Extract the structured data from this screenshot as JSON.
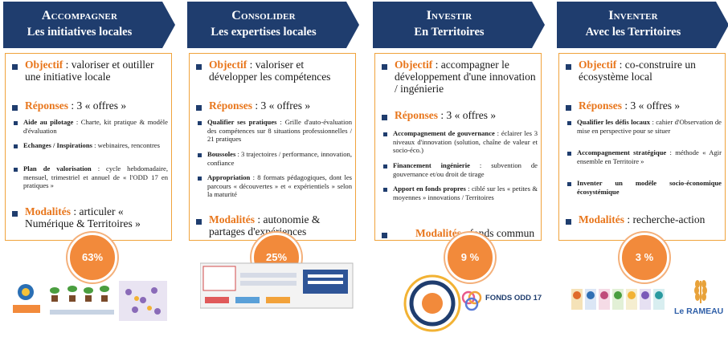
{
  "columns": [
    {
      "title": "Accompagner",
      "subtitle": "Les initiatives locales",
      "objectif_label": "Objectif",
      "objectif_text": " : valoriser et outiller une initiative locale",
      "reponses_label": "Réponses",
      "reponses_text": " : 3 « offres »",
      "items": [
        {
          "bold": "Aide au pilotage",
          "text": " : Charte, kit pratique & modèle d'évaluation"
        },
        {
          "bold": "Echanges / Inspirations",
          "text": " : webinaires, rencontres"
        },
        {
          "bold": "Plan de valorisation",
          "text": " : cycle hebdomadaire, mensuel, trimestriel et annuel de « l'ODD 17 en pratiques »"
        }
      ],
      "modalites_label": "Modalités",
      "modalites_text": " : articuler « Numérique & Territoires »",
      "percent": "63%"
    },
    {
      "title": "Consolider",
      "subtitle": "Les expertises locales",
      "objectif_label": "Objectif",
      "objectif_text": " : valoriser et développer les compétences",
      "reponses_label": "Réponses",
      "reponses_text": " : 3 « offres »",
      "items": [
        {
          "bold": "Qualifier ses pratiques",
          "text": " : Grille d'auto-évaluation des compétences sur 8 situations professionnelles / 21 pratiques"
        },
        {
          "bold": "Boussoles",
          "text": " : 3 trajectoires / performance, innovation, confiance"
        },
        {
          "bold": "Appropriation",
          "text": " : 8 formats pédagogiques, dont les parcours « découvertes » et « expérientiels » selon la maturité"
        }
      ],
      "modalites_label": "Modalités",
      "modalites_text": " : autonomie & partages d'expériences",
      "percent": "25%"
    },
    {
      "title": "Investir",
      "subtitle": "En Territoires",
      "objectif_label": "Objectif",
      "objectif_text": " : accompagner le développement d'une innovation / ingénierie",
      "reponses_label": "Réponses",
      "reponses_text": " : 3 « offres »",
      "items": [
        {
          "bold": "Accompagnement de gouvernance",
          "text": " : éclairer les 3 niveaux d'innovation (solution, chaîne de valeur et socio-éco.)"
        },
        {
          "bold": "Financement ingénierie",
          "text": " : subvention de gouvernance et/ou droit de tirage"
        },
        {
          "bold": "Apport en fonds propres",
          "text": " : ciblé sur les « petites & moyennes » innovations / Territoires"
        }
      ],
      "modalites_label": "Modalités",
      "modalites_text": " : fonds commun",
      "percent": "9 %",
      "fund_logo": "FONDS ODD 17"
    },
    {
      "title": "Inventer",
      "subtitle": "Avec les Territoires",
      "objectif_label": "Objectif",
      "objectif_text": " : co-construire un écosystème local",
      "reponses_label": "Réponses",
      "reponses_text": " : 3 « offres »",
      "items": [
        {
          "bold": "Qualifier les défis locaux",
          "text": " : cahier d'Observation de mise en perspective pour se situer"
        },
        {
          "bold": "Accompagnement stratégique",
          "text": " : méthode « Agir ensemble en Territoire »"
        },
        {
          "bold": "Inventer un modèle socio-économique écosystémique",
          "text": ""
        }
      ],
      "modalites_label": "Modalités",
      "modalites_text": " : recherche-action",
      "percent": "3 %",
      "brand": "Le RAMEAU"
    }
  ],
  "colors": {
    "navy": "#1f3d6e",
    "orange": "#e8761c",
    "border": "#f0a33c",
    "circle": "#f28a3b"
  }
}
